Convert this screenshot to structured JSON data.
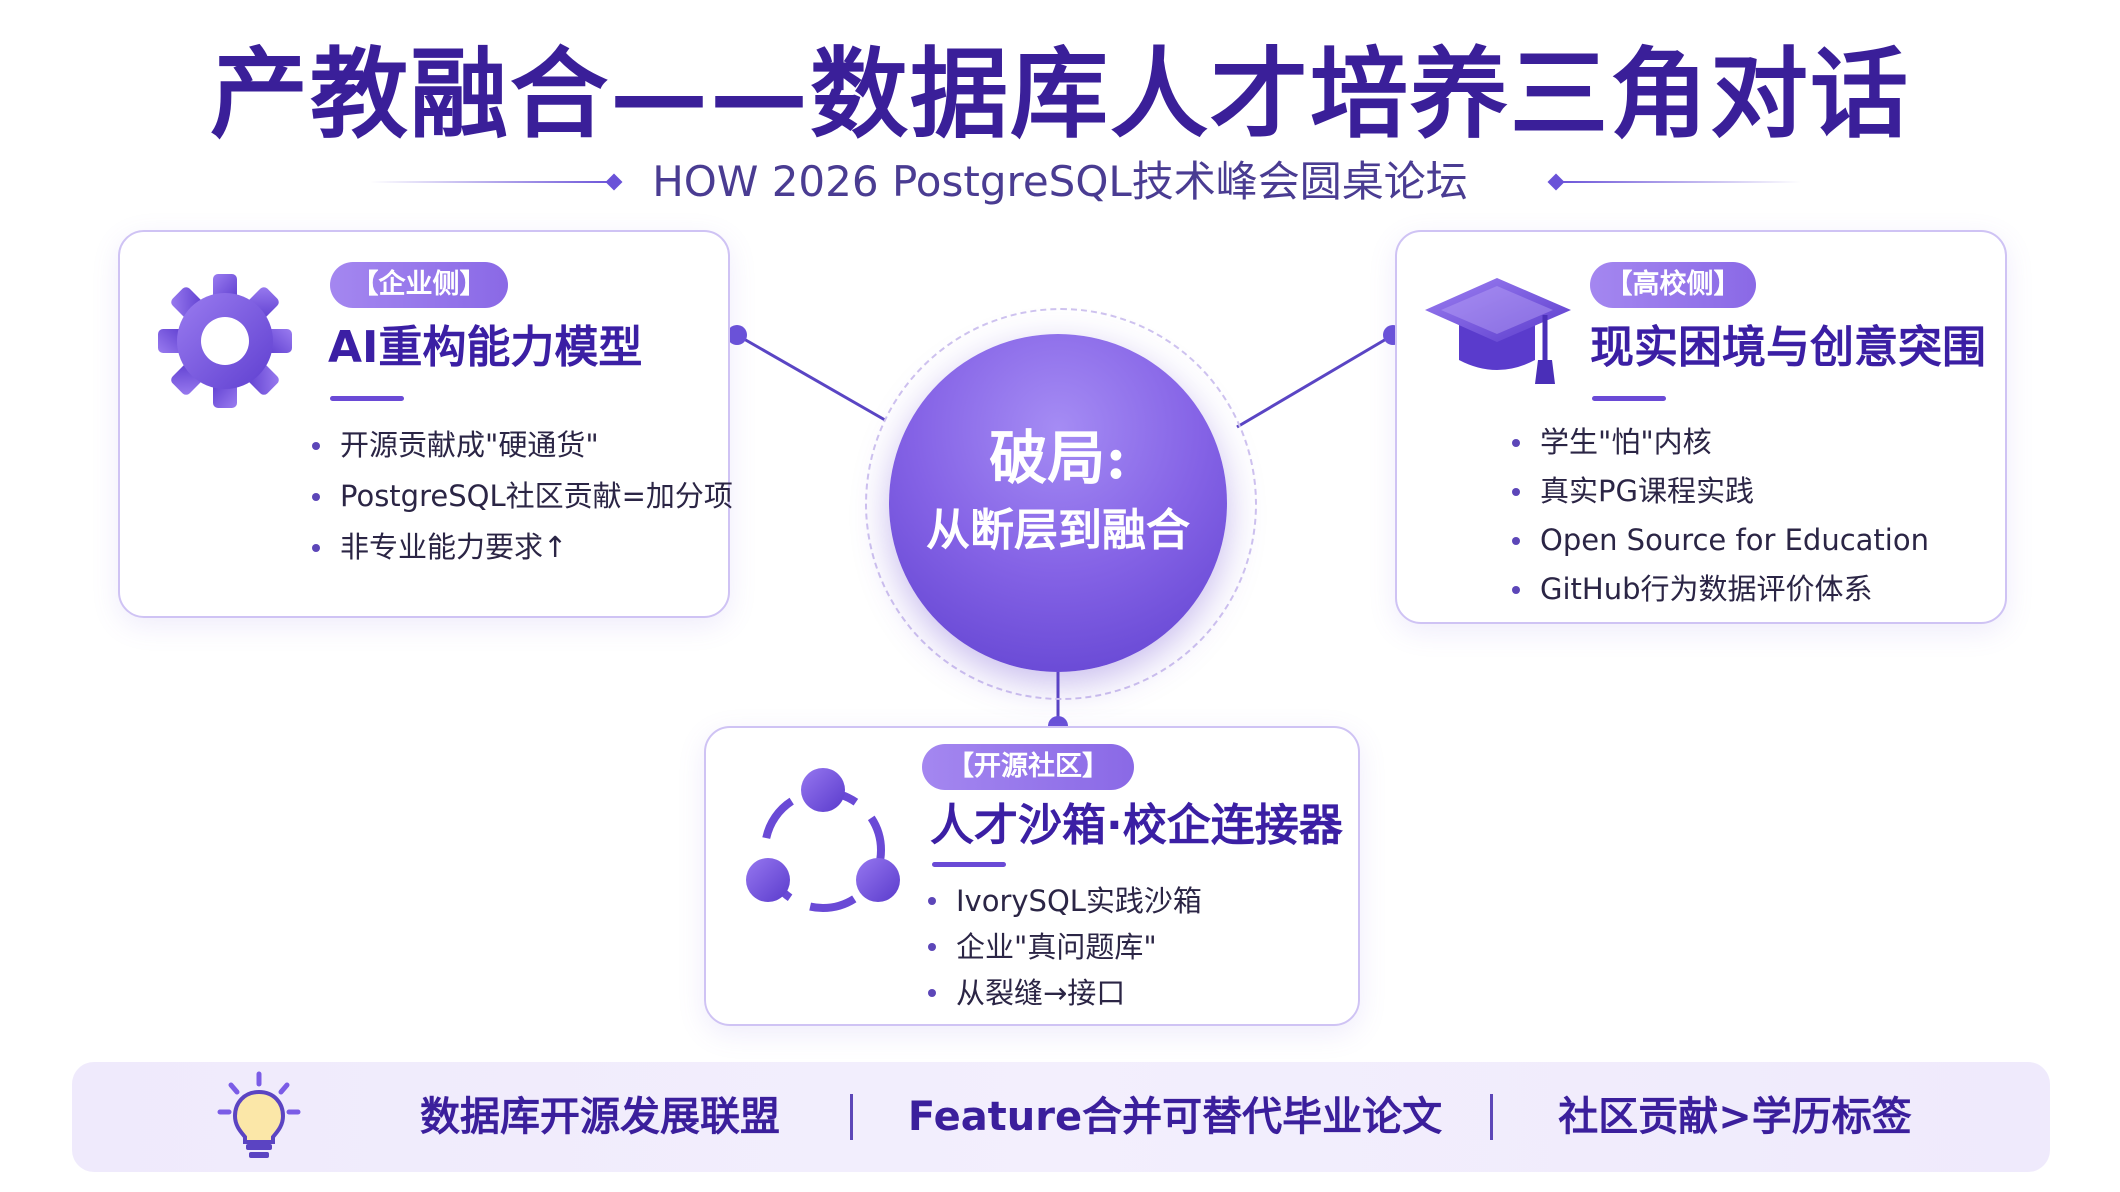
{
  "header": {
    "title": "产教融合——数据库人才培养三角对话",
    "subtitle": "HOW 2026 PostgreSQL技术峰会圆桌论坛"
  },
  "enterprise": {
    "tag": "【企业侧】",
    "title": "AI重构能力模型",
    "icon": "gear-icon",
    "bullets": [
      "开源贡献成\"硬通货\"",
      "PostgreSQL社区贡献=加分项",
      "非专业能力要求↑"
    ]
  },
  "university": {
    "tag": "【高校侧】",
    "title": "现实困境与创意突围",
    "icon": "graduation-cap-icon",
    "bullets": [
      "学生\"怕\"内核",
      "真实PG课程实践",
      "Open Source for Education",
      "GitHub行为数据评价体系"
    ]
  },
  "community": {
    "tag": "【开源社区】",
    "title": "人才沙箱·校企连接器",
    "icon": "network-nodes-icon",
    "bullets": [
      "IvorySQL实践沙箱",
      "企业\"真问题库\"",
      "从裂缝→接口"
    ]
  },
  "center": {
    "line1": "破局:",
    "line2": "从断层到融合"
  },
  "banner": {
    "icon": "lightbulb-icon",
    "items": [
      "数据库开源发展联盟",
      "Feature合并可替代毕业论文",
      "社区贡献>学历标签"
    ]
  },
  "colors": {
    "primary": "#3b1fa4",
    "accent": "#7b5ce6",
    "card_border": "#cfc3f4",
    "banner_bg": "#efeafc"
  }
}
